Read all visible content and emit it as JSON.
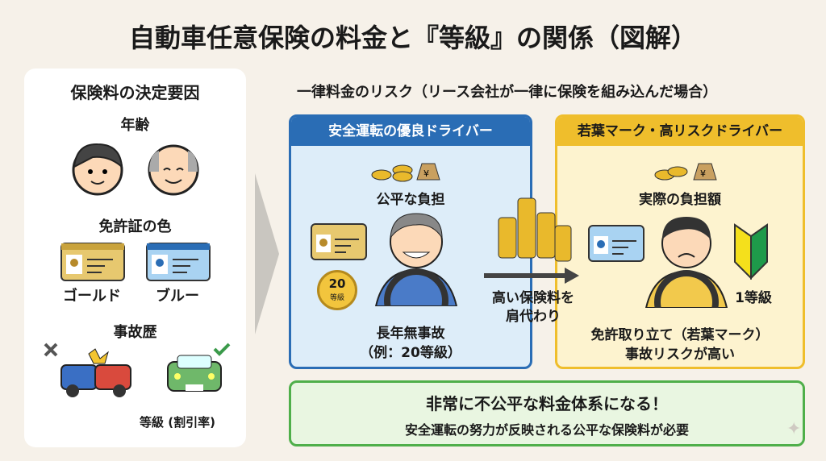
{
  "title": "自動車任意保険の料金と『等級』の関係（図解）",
  "factors": {
    "heading": "保険料の決定要因",
    "age": "年齢",
    "license_color": "免許証の色",
    "gold": "ゴールド",
    "blue": "ブルー",
    "accident_history": "事故歴",
    "grade": "等級 (割引率)"
  },
  "risk": {
    "heading": "一律料金のリスク（リース会社が一律に保険を組み込んだ場合）",
    "safe": {
      "header": "安全運転の優良ドライバー",
      "burden": "公平な負担",
      "badge_num": "20",
      "badge_label": "等級",
      "desc1": "長年無事故",
      "desc2": "（例：20等級）"
    },
    "transfer": {
      "line1": "高い保険料を",
      "line2": "肩代わり"
    },
    "risky": {
      "header": "若葉マーク・高リスクドライバー",
      "burden": "実際の負担額",
      "grade": "1等級",
      "desc1": "免許取り立て（若葉マーク）",
      "desc2": "事故リスクが高い"
    }
  },
  "conclusion": {
    "line1": "非常に不公平な料金体系になる！",
    "line2": "安全運転の努力が反映される公平な保険料が必要"
  },
  "colors": {
    "blue": "#2a6db5",
    "yellow": "#efbe2c",
    "green": "#4faf4a"
  }
}
